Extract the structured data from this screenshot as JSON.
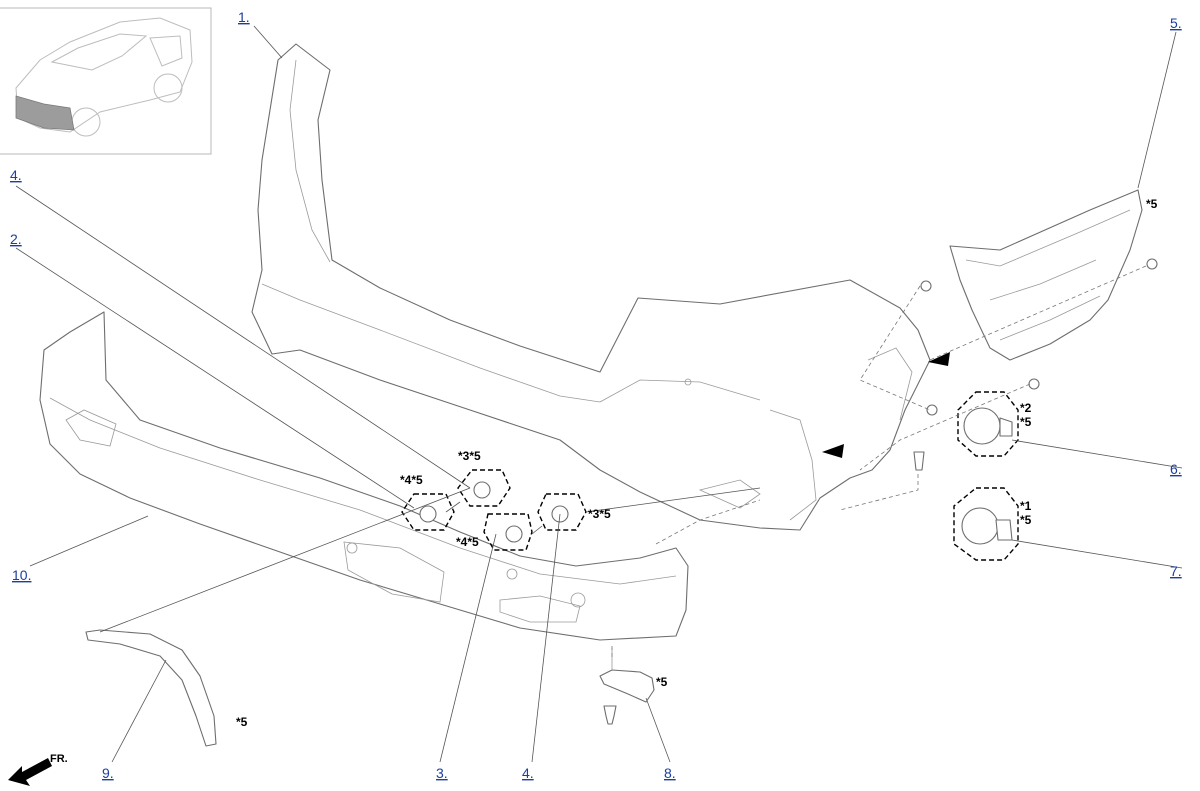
{
  "callouts": {
    "c1": "1.",
    "c2": "2.",
    "c3": "3.",
    "c4a": "4.",
    "c4b": "4.",
    "c5": "5.",
    "c6": "6.",
    "c7": "7.",
    "c8": "8.",
    "c9": "9.",
    "c10": "10."
  },
  "notes": {
    "n35_top": "*3*5",
    "n45_left": "*4*5",
    "n35_right": "*3*5",
    "n45_bottom": "*4*5",
    "n5_part5": "*5",
    "n2": "*2",
    "n5_part6": "*5",
    "n1": "*1",
    "n5_part7": "*5",
    "n5_part8": "*5",
    "n5_part9": "*5"
  },
  "direction_label": "FR.",
  "colors": {
    "callout_link": "#1a3fa0",
    "outline": "#6e6e6e",
    "thumbnail_highlight": "#9c9c9c"
  },
  "icons": [
    "front-direction-arrow-icon"
  ]
}
